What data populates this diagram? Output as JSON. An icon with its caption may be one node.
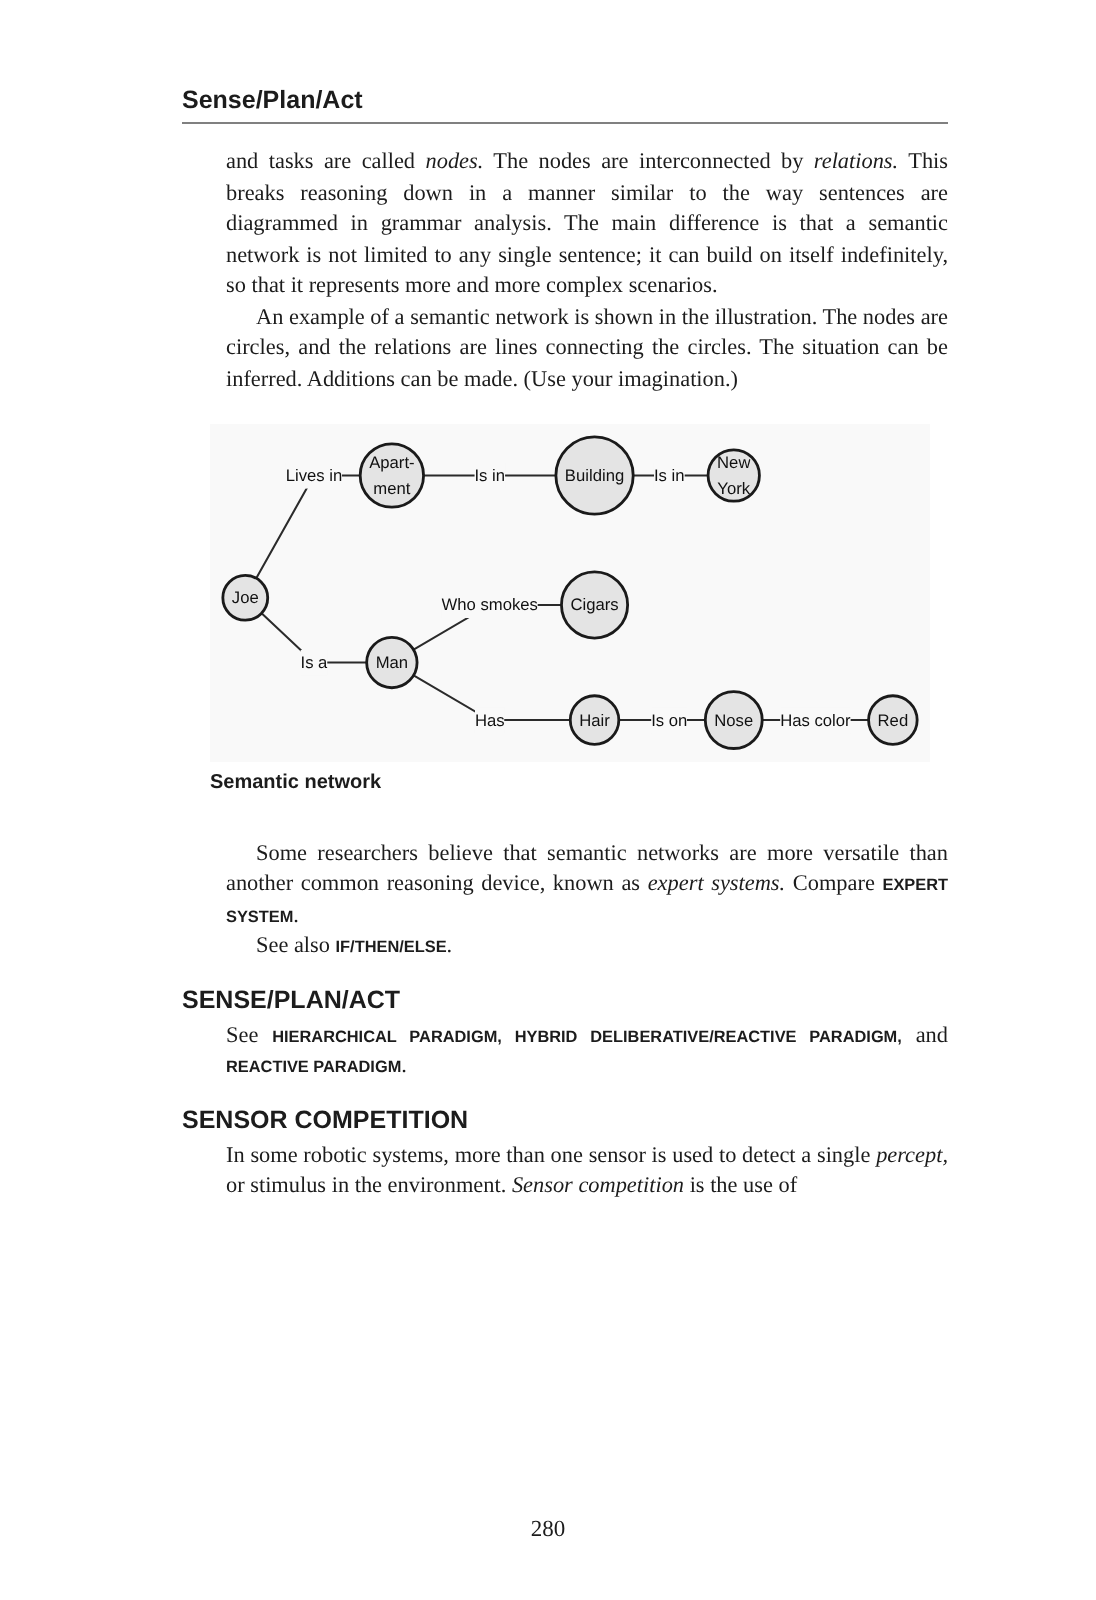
{
  "diagram": {
    "caption": "Semantic network",
    "nodes": [
      {
        "text": [
          "Joe"
        ]
      },
      {
        "text": [
          "Apart- ment"
        ]
      },
      {
        "text": [
          "Building"
        ]
      },
      {
        "text": [
          "Man"
        ]
      },
      {
        "text": [
          "Cigars"
        ]
      },
      {
        "text": [
          "New York"
        ]
      },
      {
        "text": [
          "Hair"
        ]
      },
      {
        "text": [
          "Nose"
        ]
      },
      {
        "text": [
          "Red"
        ]
      }
    ],
    "edges": [
      {
        "from": 0,
        "to": 1,
        "arrow": "none",
        "label": "Lives in"
      },
      {
        "from": 1,
        "to": 2,
        "arrow": "none",
        "label": "Is in"
      },
      {
        "from": 0,
        "to": 3,
        "arrow": "none",
        "label": "Is a"
      },
      {
        "from": 2,
        "to": 5,
        "arrow": "none",
        "label": "Is in"
      },
      {
        "from": 3,
        "to": 4,
        "arrow": "none",
        "label": "Who smokes"
      },
      {
        "from": 3,
        "to": 6,
        "arrow": "none",
        "label": "Has"
      },
      {
        "from": 6,
        "to": 7,
        "arrow": "none",
        "label": "Is on"
      },
      {
        "from": 7,
        "to": 8,
        "arrow": "none",
        "label": "Has color"
      }
    ],
    "labels": [
      "Sense/Plan/Act",
      "and tasks are called *nodes.* The nodes are interconnected by *relations.* This breaks reasoning down in a manner similar to the way sentences are diagrammed in grammar analysis. The main difference is that a semantic network is not limited to any single sentence; it can build on itself indefinitely, so that it represents more and more complex scenarios.",
      "An example of a semantic network is shown in the illustration. The nodes are circles, and the relations are lines connecting the circles. The situation can be inferred. Additions can be made. (Use your imagination.)",
      "Some researchers believe that semantic networks are more versatile than another common reasoning device, known as *expert systems.* Compare **EXPERT SYSTEM**.",
      "See also **IF/THEN/ELSE**.",
      "SENSE/PLAN/ACT",
      "See **HIERARCHICAL PARADIGM, HYBRID DELIBERATIVE/REACTIVE PARADIGM,** and **REACTIVE PARADIGM**.",
      "SENSOR COMPETITION",
      "In some robotic systems, more than one sensor is used to detect a single *percept,* or stimulus in the environment. *Sensor competition* is the use of",
      "280"
    ]
  }
}
